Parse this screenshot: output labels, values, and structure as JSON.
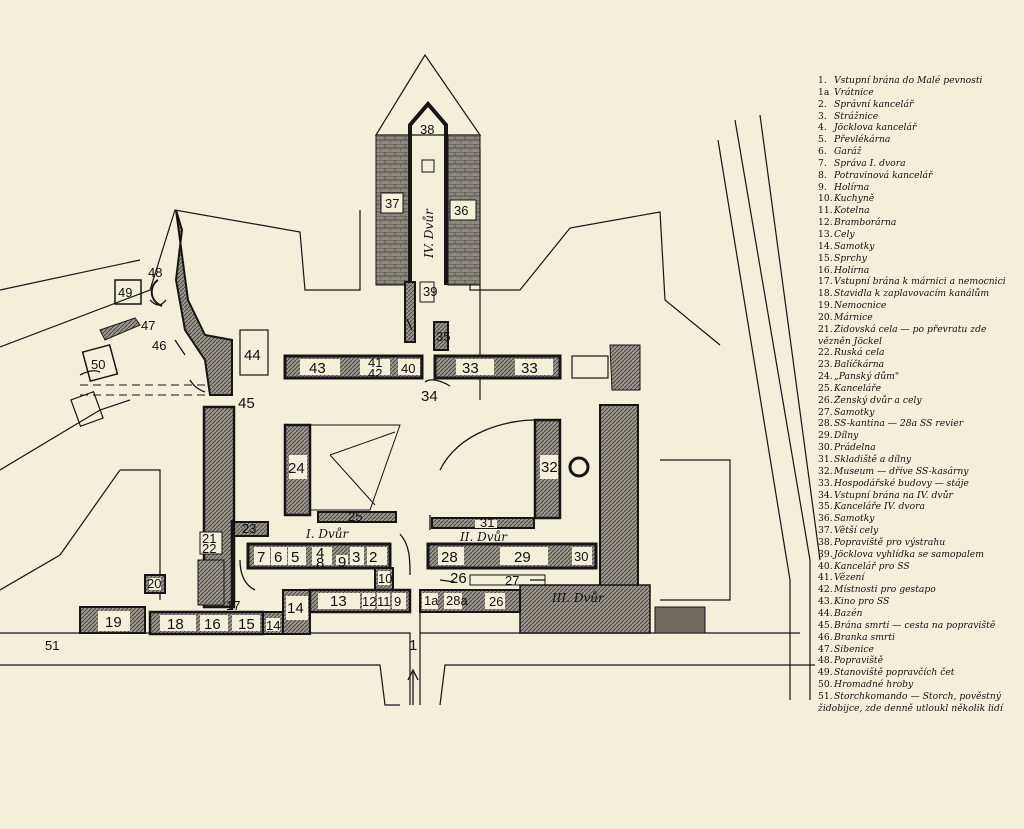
{
  "map": {
    "courtyards": {
      "i": "I. Dvůr",
      "ii": "II. Dvůr",
      "iii": "III. Dvůr",
      "iv": "IV. Dvůr"
    },
    "numbers": {
      "n1": "1",
      "n1a": "1a",
      "n2": "2",
      "n3": "3",
      "n4": "4",
      "n5": "5",
      "n6": "6",
      "n7": "7",
      "n8": "8",
      "n9": "9",
      "n9b": "9",
      "n10": "10",
      "n11": "11",
      "n12": "12",
      "n13": "13",
      "n14": "14",
      "n14b": "14",
      "n15": "15",
      "n16": "16",
      "n17": "17",
      "n18": "18",
      "n19": "19",
      "n20": "20",
      "n21": "21",
      "n22": "22",
      "n23": "23",
      "n24": "24",
      "n25": "25",
      "n26": "26",
      "n26b": "26",
      "n27": "27",
      "n28": "28",
      "n28a": "28a",
      "n29": "29",
      "n30": "30",
      "n31": "31",
      "n32": "32",
      "n33": "33",
      "n33b": "33",
      "n34": "34",
      "n35": "35",
      "n36": "36",
      "n37": "37",
      "n38": "38",
      "n39": "39",
      "n40": "40",
      "n41": "41",
      "n42": "42",
      "n43": "43",
      "n44": "44",
      "n45": "45",
      "n46": "46",
      "n47": "47",
      "n48": "48",
      "n49": "49",
      "n50": "50",
      "n51": "51"
    }
  },
  "legend": [
    {
      "n": "1.",
      "t": "Vstupní brána do Malé pevnosti"
    },
    {
      "n": "1a",
      "t": "Vrátnice"
    },
    {
      "n": "2.",
      "t": "Správní kancelář"
    },
    {
      "n": "3.",
      "t": "Strážnice"
    },
    {
      "n": "4.",
      "t": "Jöcklova kancelář"
    },
    {
      "n": "5.",
      "t": "Převlékárna"
    },
    {
      "n": "6.",
      "t": "Garáž"
    },
    {
      "n": "7.",
      "t": "Správa I. dvora"
    },
    {
      "n": "8.",
      "t": "Potravinová kancelář"
    },
    {
      "n": "9.",
      "t": "Holírna"
    },
    {
      "n": "10.",
      "t": "Kuchyně"
    },
    {
      "n": "11.",
      "t": "Kotelna"
    },
    {
      "n": "12.",
      "t": "Bramborárna"
    },
    {
      "n": "13.",
      "t": "Cely"
    },
    {
      "n": "14.",
      "t": "Samotky"
    },
    {
      "n": "15.",
      "t": "Sprchy"
    },
    {
      "n": "16.",
      "t": "Holírna"
    },
    {
      "n": "17.",
      "t": "Vstupní brána k márnici a nemocnici"
    },
    {
      "n": "18.",
      "t": "Stavidla k zaplavovacím kanálům"
    },
    {
      "n": "19.",
      "t": "Nemocnice"
    },
    {
      "n": "20.",
      "t": "Márnice"
    },
    {
      "n": "21.",
      "t": "Židovská cela — po převratu zde vězněn Jöckel",
      "wrap": true
    },
    {
      "n": "22.",
      "t": "Ruská cela"
    },
    {
      "n": "23.",
      "t": "Balíčkárna"
    },
    {
      "n": "24.",
      "t": "„Panský dům\""
    },
    {
      "n": "25.",
      "t": "Kanceláře"
    },
    {
      "n": "26.",
      "t": "Ženský dvůr a cely"
    },
    {
      "n": "27.",
      "t": "Samotky"
    },
    {
      "n": "28.",
      "t": "SS-kantina — 28a SS revier"
    },
    {
      "n": "29.",
      "t": "Dílny"
    },
    {
      "n": "30.",
      "t": "Prádelna"
    },
    {
      "n": "31.",
      "t": "Skladiště a dílny"
    },
    {
      "n": "32.",
      "t": "Museum — dříve SS-kasárny"
    },
    {
      "n": "33.",
      "t": "Hospodářské budovy — stáje"
    },
    {
      "n": "34.",
      "t": "Vstupní brána na IV. dvůr"
    },
    {
      "n": "35.",
      "t": "Kanceláře IV. dvora"
    },
    {
      "n": "36.",
      "t": "Samotky"
    },
    {
      "n": "37.",
      "t": "Větší cely"
    },
    {
      "n": "38.",
      "t": "Popraviště pro výstrahu"
    },
    {
      "n": "39.",
      "t": "Jöcklova vyhlídka se samopalem"
    },
    {
      "n": "40.",
      "t": "Kancelář pro SS"
    },
    {
      "n": "41.",
      "t": "Vězení"
    },
    {
      "n": "42.",
      "t": "Místnosti pro gestapo"
    },
    {
      "n": "43.",
      "t": "Kino pro SS"
    },
    {
      "n": "44.",
      "t": "Bazén"
    },
    {
      "n": "45.",
      "t": "Brána smrti — cesta na popraviště"
    },
    {
      "n": "46.",
      "t": "Branka smrti"
    },
    {
      "n": "47.",
      "t": "Šibenice"
    },
    {
      "n": "48.",
      "t": "Popraviště"
    },
    {
      "n": "49.",
      "t": "Stanoviště popravčích čet"
    },
    {
      "n": "50.",
      "t": "Hromadné hroby"
    },
    {
      "n": "51.",
      "t": "Storchkomando — Storch, pověstný židobijce, zde denně utloukl několik lidí",
      "wrap": true
    }
  ],
  "colors": {
    "paper": "#f3efd9",
    "ink": "#151515",
    "hatch": "#6e6a62"
  }
}
